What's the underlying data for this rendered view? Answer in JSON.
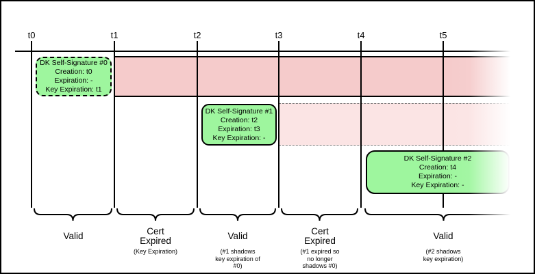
{
  "timeline": {
    "ticks": [
      "t0",
      "t1",
      "t2",
      "t3",
      "t4",
      "t5"
    ]
  },
  "signatures": [
    {
      "title": "DK Self-Signature #0",
      "creation": "Creation: t0",
      "expiration": "Expiration: -",
      "key_expiration": "Key Expiration: t1"
    },
    {
      "title": "DK Self-Signature #1",
      "creation": "Creation: t2",
      "expiration": "Expiration: t3",
      "key_expiration": "Key Expiration: -"
    },
    {
      "title": "DK Self-Signature #2",
      "creation": "Creation: t4",
      "expiration": "Expiration: -",
      "key_expiration": "Key Expiration: -"
    }
  ],
  "periods": [
    {
      "label": "Valid",
      "label_lines": [
        "Valid"
      ],
      "note": "",
      "note_lines": []
    },
    {
      "label": "Cert Expired",
      "label_lines": [
        "Cert",
        "Expired"
      ],
      "note": "(Key Expiration)",
      "note_lines": [
        "(Key Expiration)"
      ]
    },
    {
      "label": "Valid",
      "label_lines": [
        "Valid"
      ],
      "note": "(#1 shadows key expiration of #0)",
      "note_lines": [
        "(#1 shadows",
        "key expiration of",
        "#0)"
      ]
    },
    {
      "label": "Cert Expired",
      "label_lines": [
        "Cert",
        "Expired"
      ],
      "note": "(#1 expired so no longer shadows #0)",
      "note_lines": [
        "(#1 expired so",
        "no longer",
        "shadows #0)"
      ]
    },
    {
      "label": "Valid",
      "label_lines": [
        "Valid"
      ],
      "note": "(#2 shadows key expiration)",
      "note_lines": [
        "(#2 shadows",
        "key expiration)"
      ]
    }
  ],
  "colors": {
    "valid_box_green": "#9ef69e",
    "expired_band_red": "#f5cbcb",
    "shadow_band_pink": "#fbe4e4",
    "line_black": "#000000"
  }
}
